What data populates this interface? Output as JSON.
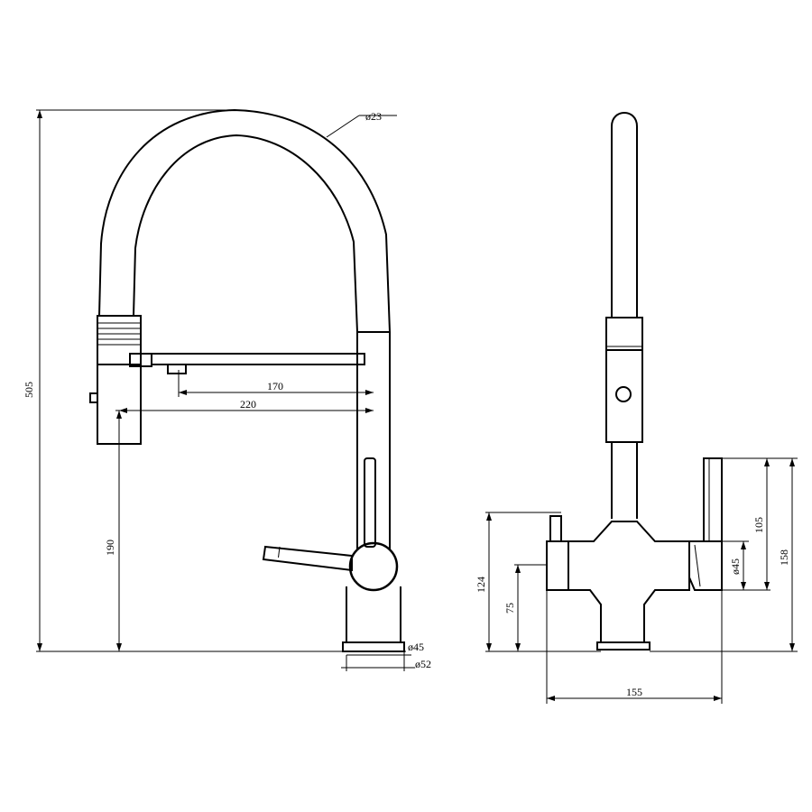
{
  "front_view": {
    "dim_height_total": "505",
    "dim_hose_diameter": "ø23",
    "dim_reach_short": "170",
    "dim_reach_long": "220",
    "dim_spout_height": "190",
    "dim_base_inner": "ø45",
    "dim_base_outer": "ø52"
  },
  "side_view": {
    "dim_height_124": "124",
    "dim_height_75": "75",
    "dim_handle_105": "105",
    "dim_handle_158": "158",
    "dim_handle_dia": "ø45",
    "dim_width_155": "155"
  }
}
